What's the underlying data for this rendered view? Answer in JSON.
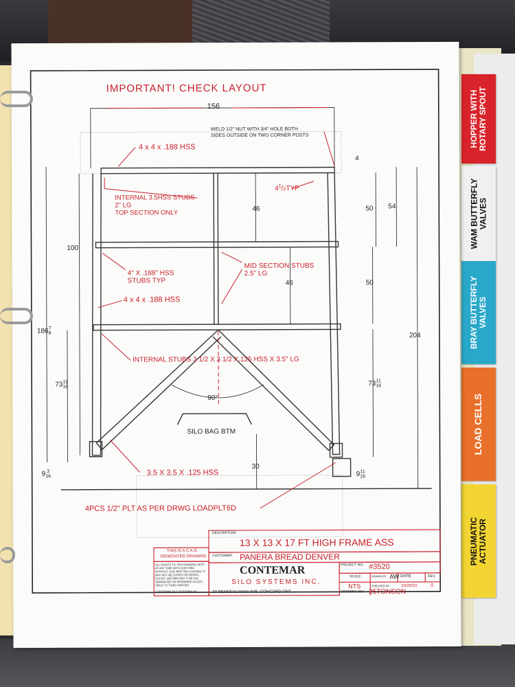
{
  "drawing": {
    "header_note": "IMPORTANT! CHECK LAYOUT",
    "dimensions": {
      "overall_width": "156",
      "top_offset": "4",
      "top_section_height": "46",
      "left_height": "100",
      "right_top_a": "50",
      "right_top_b": "54",
      "mid_section_height": "46",
      "right_mid": "50",
      "overall_height_left_whole": "186",
      "overall_height_left_num": "7",
      "overall_height_left_den": "8",
      "overall_height_right": "204",
      "lower_left_whole": "73",
      "lower_left_num": "11",
      "lower_left_den": "16",
      "lower_right_whole": "73",
      "lower_right_num": "11",
      "lower_right_den": "16",
      "foot_left_whole": "9",
      "foot_left_num": "3",
      "foot_left_den": "16",
      "foot_right_whole": "9",
      "foot_right_num": "11",
      "foot_right_den": "16",
      "angle": "90°",
      "bag_clearance": "30",
      "typ_whole": "4",
      "typ_num": "1",
      "typ_den": "2",
      "typ_suffix": "TYP"
    },
    "notes": {
      "weld_line1": "WELD 1/2\" NUT WITH 3/4\" HOLE BOTH",
      "weld_line2": "SIDES OUTSIDE ON TWO CORNER POSTS",
      "top_hss": "4 x 4 x .188 HSS",
      "stubs_top_1": "INTERNAL 3.5HSS STUBS",
      "stubs_top_2": "2\" LG",
      "stubs_top_3": "TOP SECTION ONLY",
      "stubs_typ_1": "4\" X .188\" HSS",
      "stubs_typ_2": "STUBS TYP",
      "mid_stubs_1": "MID SECTION STUBS",
      "mid_stubs_2": "2.5\" LG",
      "mid_hss": "4 x 4 x .188 HSS",
      "internal_stubs": "INTERNAL STUBS 3 1/2 X 3 1/2 X.125 HSS X 3.5\" LG",
      "silo_bag": "SILO BAG BTM",
      "bottom_hss": "3.5 X 3.5 X .125 HSS",
      "plates": "4PCS 1/2\" PLT AS PER DRWG LOADPLT6D"
    },
    "title_block": {
      "description_label": "DESCRIPTION:",
      "description": "13 X 13 X 17 FT HIGH FRAME ASS",
      "customer_label": "CUSTOMER:",
      "customer": "PANERA BREAD DENVER",
      "cad_note_1": "THIS IS A C.A.D.",
      "cad_note_2": "GENERATED DRAWING",
      "rights_1": "ALL RIGHTS TO THIS DRAWING REST",
      "rights_2": "AT ANY TIME WITH OUR FIRM.",
      "rights_3": "WITHOUT OUR WRITTEN CONSENT IT",
      "rights_4": "MAY NOT BE COPIED OR REPRO-",
      "rights_5": "DUCED, NEITHER MAY IT BE DIS-",
      "rights_6": "SEMINATED OR RENDERED ACCES-",
      "rights_7": "SIBLE TO THIRD PARTIES.",
      "rights_company": "CONTEMAR SILO SYSTEMS INC.",
      "company": "CONTEMAR",
      "company_sub": "SILO SYSTEMS INC.",
      "address": "30 PENNSYLVANIA AVE. CONCORD ONT.",
      "project_label": "PROJECT NO:",
      "project_no": "#3520",
      "scale_label": "SCALE",
      "scale": "NTS",
      "drawn_label": "DRAWN BY",
      "drawn_by": "AW",
      "date_label": "DATE",
      "rev_label": "REV.",
      "checked_label": "CHECKED BY",
      "date": "10/29/15",
      "rev": "0",
      "drawing_label": "DRAWING NO:",
      "drawing_no": "25TONSON"
    }
  },
  "tabs": [
    {
      "label": "HOPPER WITH ROTARY SPOUT",
      "line1": "HOPPER WITH",
      "line2": "ROTARY SPOUT",
      "color": "#d8232a"
    },
    {
      "label": "WAM BUTTERFLY VALVES",
      "line1": "WAM BUTTERFLY",
      "line2": "VALVES",
      "color": "#f0f0f0"
    },
    {
      "label": "BRAY BUTTERFLY VALVES",
      "line1": "BRAY BUTTERFLY",
      "line2": "VALVES",
      "color": "#2aa8c9"
    },
    {
      "label": "LOAD CELLS",
      "line1": "LOAD CELLS",
      "line2": "",
      "color": "#e8702a"
    },
    {
      "label": "PNEUMATIC ACTUATOR",
      "line1": "PNEUMATIC",
      "line2": "ACTUATOR",
      "color": "#f2d532"
    }
  ]
}
